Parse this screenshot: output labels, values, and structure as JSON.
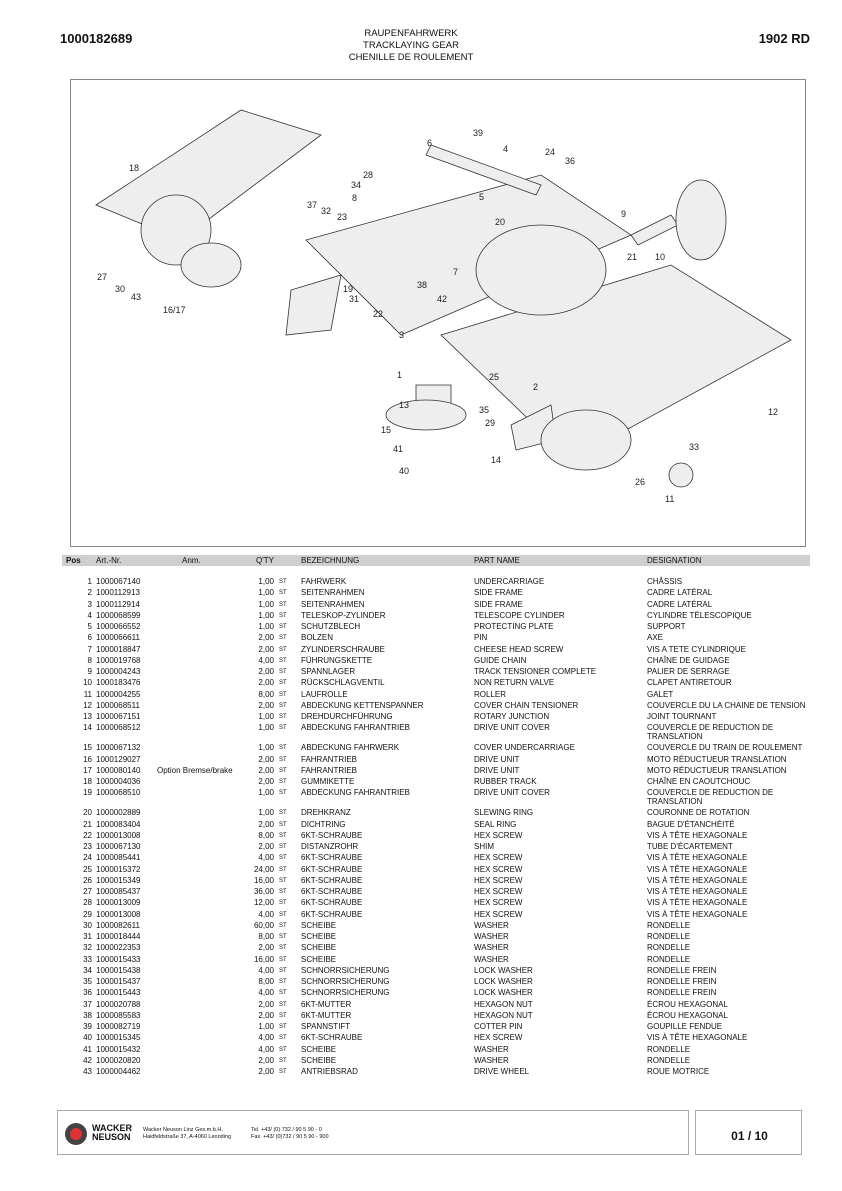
{
  "header": {
    "doc_number": "1000182689",
    "title_lines": [
      "RAUPENFAHRWERK",
      "TRACKLAYING GEAR",
      "CHENILLE DE ROULEMENT"
    ],
    "model": "1902 RD"
  },
  "diagram": {
    "labels": [
      "1",
      "2",
      "3",
      "4",
      "5",
      "6",
      "7",
      "8",
      "9",
      "10",
      "11",
      "12",
      "13",
      "14",
      "15",
      "16/17",
      "18",
      "19",
      "20",
      "21",
      "22",
      "23",
      "24",
      "25",
      "26",
      "27",
      "28",
      "29",
      "30",
      "31",
      "32",
      "33",
      "34",
      "35",
      "36",
      "37",
      "38",
      "39",
      "40",
      "41",
      "42",
      "43"
    ]
  },
  "table": {
    "headers": {
      "pos": "Pos",
      "art": "Art.-Nr.",
      "anm": "Anm.",
      "qty": "Q'TY",
      "de": "BEZEICHNUNG",
      "en": "PART NAME",
      "fr": "DESIGNATION"
    },
    "rows": [
      {
        "pos": "1",
        "art": "1000067140",
        "anm": "",
        "qty": "1,00",
        "unit": "ST",
        "de": "FAHRWERK",
        "en": "UNDERCARRIAGE",
        "fr": "CHÂSSIS"
      },
      {
        "pos": "2",
        "art": "1000112913",
        "anm": "",
        "qty": "1,00",
        "unit": "ST",
        "de": "SEITENRAHMEN",
        "en": "SIDE FRAME",
        "fr": "CADRE LATÉRAL"
      },
      {
        "pos": "3",
        "art": "1000112914",
        "anm": "",
        "qty": "1,00",
        "unit": "ST",
        "de": "SEITENRAHMEN",
        "en": "SIDE FRAME",
        "fr": "CADRE LATÉRAL"
      },
      {
        "pos": "4",
        "art": "1000068599",
        "anm": "",
        "qty": "1,00",
        "unit": "ST",
        "de": "TELESKOP-ZYLINDER",
        "en": "TELESCOPE CYLINDER",
        "fr": "CYLINDRE TÉLESCOPIQUE"
      },
      {
        "pos": "5",
        "art": "1000066552",
        "anm": "",
        "qty": "1,00",
        "unit": "ST",
        "de": "SCHUTZBLECH",
        "en": "PROTECTING PLATE",
        "fr": "SUPPORT"
      },
      {
        "pos": "6",
        "art": "1000066611",
        "anm": "",
        "qty": "2,00",
        "unit": "ST",
        "de": "BOLZEN",
        "en": "PIN",
        "fr": "AXE"
      },
      {
        "pos": "7",
        "art": "1000018847",
        "anm": "",
        "qty": "2,00",
        "unit": "ST",
        "de": "ZYLINDERSCHRAUBE",
        "en": "CHEESE HEAD SCREW",
        "fr": "VIS A TETE CYLINDRIQUE"
      },
      {
        "pos": "8",
        "art": "1000019768",
        "anm": "",
        "qty": "4,00",
        "unit": "ST",
        "de": "FÜHRUNGSKETTE",
        "en": "GUIDE CHAIN",
        "fr": "CHAÎNE DE GUIDAGE"
      },
      {
        "pos": "9",
        "art": "1000004243",
        "anm": "",
        "qty": "2,00",
        "unit": "ST",
        "de": "SPANNLAGER",
        "en": "TRACK TENSIONER COMPLETE",
        "fr": "PALIER DE SERRAGE"
      },
      {
        "pos": "10",
        "art": "1000183476",
        "anm": "",
        "qty": "2,00",
        "unit": "ST",
        "de": "RÜCKSCHLAGVENTIL",
        "en": "NON RETURN VALVE",
        "fr": "CLAPET ANTIRETOUR"
      },
      {
        "pos": "11",
        "art": "1000004255",
        "anm": "",
        "qty": "8,00",
        "unit": "ST",
        "de": "LAUFROLLE",
        "en": "ROLLER",
        "fr": "GALET"
      },
      {
        "pos": "12",
        "art": "1000068511",
        "anm": "",
        "qty": "2,00",
        "unit": "ST",
        "de": "ABDECKUNG KETTENSPANNER",
        "en": "COVER CHAIN TENSIONER",
        "fr": "COUVERCLE DU LA CHAINE DE TENSION"
      },
      {
        "pos": "13",
        "art": "1000067151",
        "anm": "",
        "qty": "1,00",
        "unit": "ST",
        "de": "DREHDURCHFÜHRUNG",
        "en": "ROTARY JUNCTION",
        "fr": "JOINT TOURNANT"
      },
      {
        "pos": "14",
        "art": "1000068512",
        "anm": "",
        "qty": "1,00",
        "unit": "ST",
        "de": "ABDECKUNG FAHRANTRIEB",
        "en": "DRIVE UNIT COVER",
        "fr": "COUVERCLE DE REDUCTION DE TRANSLATION",
        "tall": true
      },
      {
        "pos": "15",
        "art": "1000067132",
        "anm": "",
        "qty": "1,00",
        "unit": "ST",
        "de": "ABDECKUNG FAHRWERK",
        "en": "COVER UNDERCARRIAGE",
        "fr": "COUVERCLE DU TRAIN DE ROULEMENT"
      },
      {
        "pos": "16",
        "art": "1000129027",
        "anm": "",
        "qty": "2,00",
        "unit": "ST",
        "de": "FAHRANTRIEB",
        "en": "DRIVE UNIT",
        "fr": "MOTO RÉDUCTUEUR TRANSLATION"
      },
      {
        "pos": "17",
        "art": "1000080140",
        "anm": "Option Bremse/brake",
        "qty": "2,00",
        "unit": "ST",
        "de": "FAHRANTRIEB",
        "en": "DRIVE UNIT",
        "fr": "MOTO RÉDUCTUEUR TRANSLATION"
      },
      {
        "pos": "18",
        "art": "1000004036",
        "anm": "",
        "qty": "2,00",
        "unit": "ST",
        "de": "GUMMIKETTE",
        "en": "RUBBER TRACK",
        "fr": "CHAÎNE EN CAOUTCHOUC"
      },
      {
        "pos": "19",
        "art": "1000068510",
        "anm": "",
        "qty": "1,00",
        "unit": "ST",
        "de": "ABDECKUNG FAHRANTRIEB",
        "en": "DRIVE UNIT COVER",
        "fr": "COUVERCLE DE REDUCTION DE TRANSLATION",
        "tall": true
      },
      {
        "pos": "20",
        "art": "1000002889",
        "anm": "",
        "qty": "1,00",
        "unit": "ST",
        "de": "DREHKRANZ",
        "en": "SLEWING RING",
        "fr": "COURONNE DE ROTATION"
      },
      {
        "pos": "21",
        "art": "1000083404",
        "anm": "",
        "qty": "2,00",
        "unit": "ST",
        "de": "DICHTRING",
        "en": "SEAL RING",
        "fr": "BAGUE D'ÉTANCHÉITÉ"
      },
      {
        "pos": "22",
        "art": "1000013008",
        "anm": "",
        "qty": "8,00",
        "unit": "ST",
        "de": "6KT-SCHRAUBE",
        "en": "HEX SCREW",
        "fr": "VIS À TÊTE HEXAGONALE"
      },
      {
        "pos": "23",
        "art": "1000067130",
        "anm": "",
        "qty": "2,00",
        "unit": "ST",
        "de": "DISTANZROHR",
        "en": "SHIM",
        "fr": "TUBE D'ÉCARTEMENT"
      },
      {
        "pos": "24",
        "art": "1000085441",
        "anm": "",
        "qty": "4,00",
        "unit": "ST",
        "de": "6KT-SCHRAUBE",
        "en": "HEX SCREW",
        "fr": "VIS À TÊTE HEXAGONALE"
      },
      {
        "pos": "25",
        "art": "1000015372",
        "anm": "",
        "qty": "24,00",
        "unit": "ST",
        "de": "6KT-SCHRAUBE",
        "en": "HEX SCREW",
        "fr": "VIS À TÊTE HEXAGONALE"
      },
      {
        "pos": "26",
        "art": "1000015349",
        "anm": "",
        "qty": "16,00",
        "unit": "ST",
        "de": "6KT-SCHRAUBE",
        "en": "HEX SCREW",
        "fr": "VIS À TÊTE HEXAGONALE"
      },
      {
        "pos": "27",
        "art": "1000085437",
        "anm": "",
        "qty": "36,00",
        "unit": "ST",
        "de": "6KT-SCHRAUBE",
        "en": "HEX SCREW",
        "fr": "VIS À TÊTE HEXAGONALE"
      },
      {
        "pos": "28",
        "art": "1000013009",
        "anm": "",
        "qty": "12,00",
        "unit": "ST",
        "de": "6KT-SCHRAUBE",
        "en": "HEX SCREW",
        "fr": "VIS À TÊTE HEXAGONALE"
      },
      {
        "pos": "29",
        "art": "1000013008",
        "anm": "",
        "qty": "4,00",
        "unit": "ST",
        "de": "6KT-SCHRAUBE",
        "en": "HEX SCREW",
        "fr": "VIS À TÊTE HEXAGONALE"
      },
      {
        "pos": "30",
        "art": "1000082611",
        "anm": "",
        "qty": "60,00",
        "unit": "ST",
        "de": "SCHEIBE",
        "en": "WASHER",
        "fr": "RONDELLE"
      },
      {
        "pos": "31",
        "art": "1000018444",
        "anm": "",
        "qty": "8,00",
        "unit": "ST",
        "de": "SCHEIBE",
        "en": "WASHER",
        "fr": "RONDELLE"
      },
      {
        "pos": "32",
        "art": "1000022353",
        "anm": "",
        "qty": "2,00",
        "unit": "ST",
        "de": "SCHEIBE",
        "en": "WASHER",
        "fr": "RONDELLE"
      },
      {
        "pos": "33",
        "art": "1000015433",
        "anm": "",
        "qty": "16,00",
        "unit": "ST",
        "de": "SCHEIBE",
        "en": "WASHER",
        "fr": "RONDELLE"
      },
      {
        "pos": "34",
        "art": "1000015438",
        "anm": "",
        "qty": "4,00",
        "unit": "ST",
        "de": "SCHNORRSICHERUNG",
        "en": "LOCK WASHER",
        "fr": "RONDELLE FREIN"
      },
      {
        "pos": "35",
        "art": "1000015437",
        "anm": "",
        "qty": "8,00",
        "unit": "ST",
        "de": "SCHNORRSICHERUNG",
        "en": "LOCK WASHER",
        "fr": "RONDELLE FREIN"
      },
      {
        "pos": "36",
        "art": "1000015443",
        "anm": "",
        "qty": "4,00",
        "unit": "ST",
        "de": "SCHNORRSICHERUNG",
        "en": "LOCK WASHER",
        "fr": "RONDELLE FREIN"
      },
      {
        "pos": "37",
        "art": "1000020788",
        "anm": "",
        "qty": "2,00",
        "unit": "ST",
        "de": "6KT-MUTTER",
        "en": "HEXAGON NUT",
        "fr": "ÉCROU HEXAGONAL"
      },
      {
        "pos": "38",
        "art": "1000085583",
        "anm": "",
        "qty": "2,00",
        "unit": "ST",
        "de": "6KT-MUTTER",
        "en": "HEXAGON NUT",
        "fr": "ÉCROU HEXAGONAL"
      },
      {
        "pos": "39",
        "art": "1000082719",
        "anm": "",
        "qty": "1,00",
        "unit": "ST",
        "de": "SPANNSTIFT",
        "en": "COTTER PIN",
        "fr": "GOUPILLE FENDUE"
      },
      {
        "pos": "40",
        "art": "1000015345",
        "anm": "",
        "qty": "4,00",
        "unit": "ST",
        "de": "6KT-SCHRAUBE",
        "en": "HEX SCREW",
        "fr": "VIS À TÊTE HEXAGONALE"
      },
      {
        "pos": "41",
        "art": "1000015432",
        "anm": "",
        "qty": "4,00",
        "unit": "ST",
        "de": "SCHEIBE",
        "en": "WASHER",
        "fr": "RONDELLE"
      },
      {
        "pos": "42",
        "art": "1000020820",
        "anm": "",
        "qty": "2,00",
        "unit": "ST",
        "de": "SCHEIBE",
        "en": "WASHER",
        "fr": "RONDELLE"
      },
      {
        "pos": "43",
        "art": "1000004462",
        "anm": "",
        "qty": "2,00",
        "unit": "ST",
        "de": "ANTRIEBSRAD",
        "en": "DRIVE WHEEL",
        "fr": "ROUE MOTRICE"
      }
    ]
  },
  "footer": {
    "brand_top": "WACKER",
    "brand_bottom": "NEUSON",
    "company_line1": "Wacker Neuson Linz  Ges.m.b.H.",
    "company_line2": "Haidfeldstraße 37, A-4060 Leonding",
    "tel": "Tel. +43/ (0) 732 / 90 5 90 - 0",
    "fax": "Fax. +43/ (0)732 / 90 5 90 - 900",
    "page": "01 / 10"
  }
}
